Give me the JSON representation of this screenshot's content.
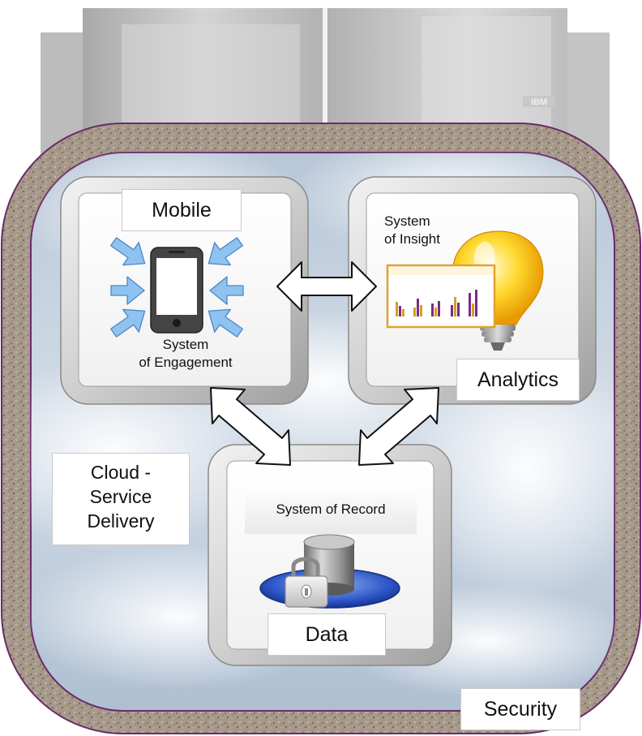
{
  "mainframe": {
    "brand": "IBM"
  },
  "engagement": {
    "title": "Mobile",
    "subtitle": "System\nof Engagement"
  },
  "insight": {
    "title": "Analytics",
    "subtitle": "System\nof Insight"
  },
  "record": {
    "title": "Data",
    "subtitle": "System of Record"
  },
  "cloud": {
    "label": "Cloud -\nService\nDelivery"
  },
  "security": {
    "label": "Security"
  },
  "colors": {
    "border": "#6a2a6a",
    "arrow": "#8fc3ef",
    "bar_a": "#d4a020",
    "bar_b": "#7a2a88"
  }
}
